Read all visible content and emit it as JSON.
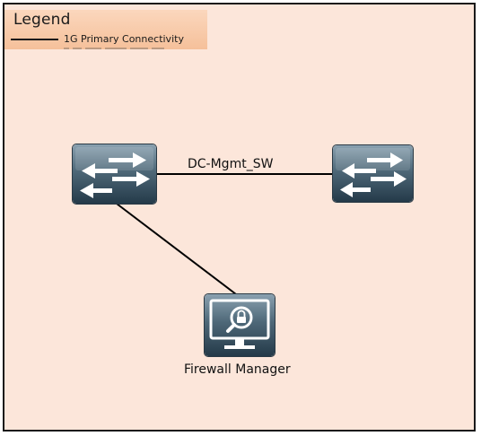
{
  "legend": {
    "title": "Legend",
    "entries": [
      {
        "label": "1G Primary Connectivity",
        "line_style": "solid",
        "color": "#1a1a1a"
      }
    ]
  },
  "nodes": [
    {
      "id": "switch-left",
      "kind": "network-switch",
      "icon": "switch-arrows-icon"
    },
    {
      "id": "switch-right",
      "kind": "network-switch",
      "icon": "switch-arrows-icon"
    },
    {
      "id": "firewall-manager",
      "kind": "management-console",
      "icon": "monitor-lock-icon",
      "label": "Firewall Manager"
    }
  ],
  "links": [
    {
      "from": "switch-left",
      "to": "switch-right",
      "label": "DC-Mgmt_SW",
      "type": "1G Primary Connectivity"
    },
    {
      "from": "switch-left",
      "to": "firewall-manager",
      "type": "1G Primary Connectivity"
    }
  ],
  "colors": {
    "background": "#fce6da",
    "legend_background": "#f7c7a3",
    "device_dark": "#2c4556",
    "device_light": "#6f8797",
    "line": "#000000"
  }
}
